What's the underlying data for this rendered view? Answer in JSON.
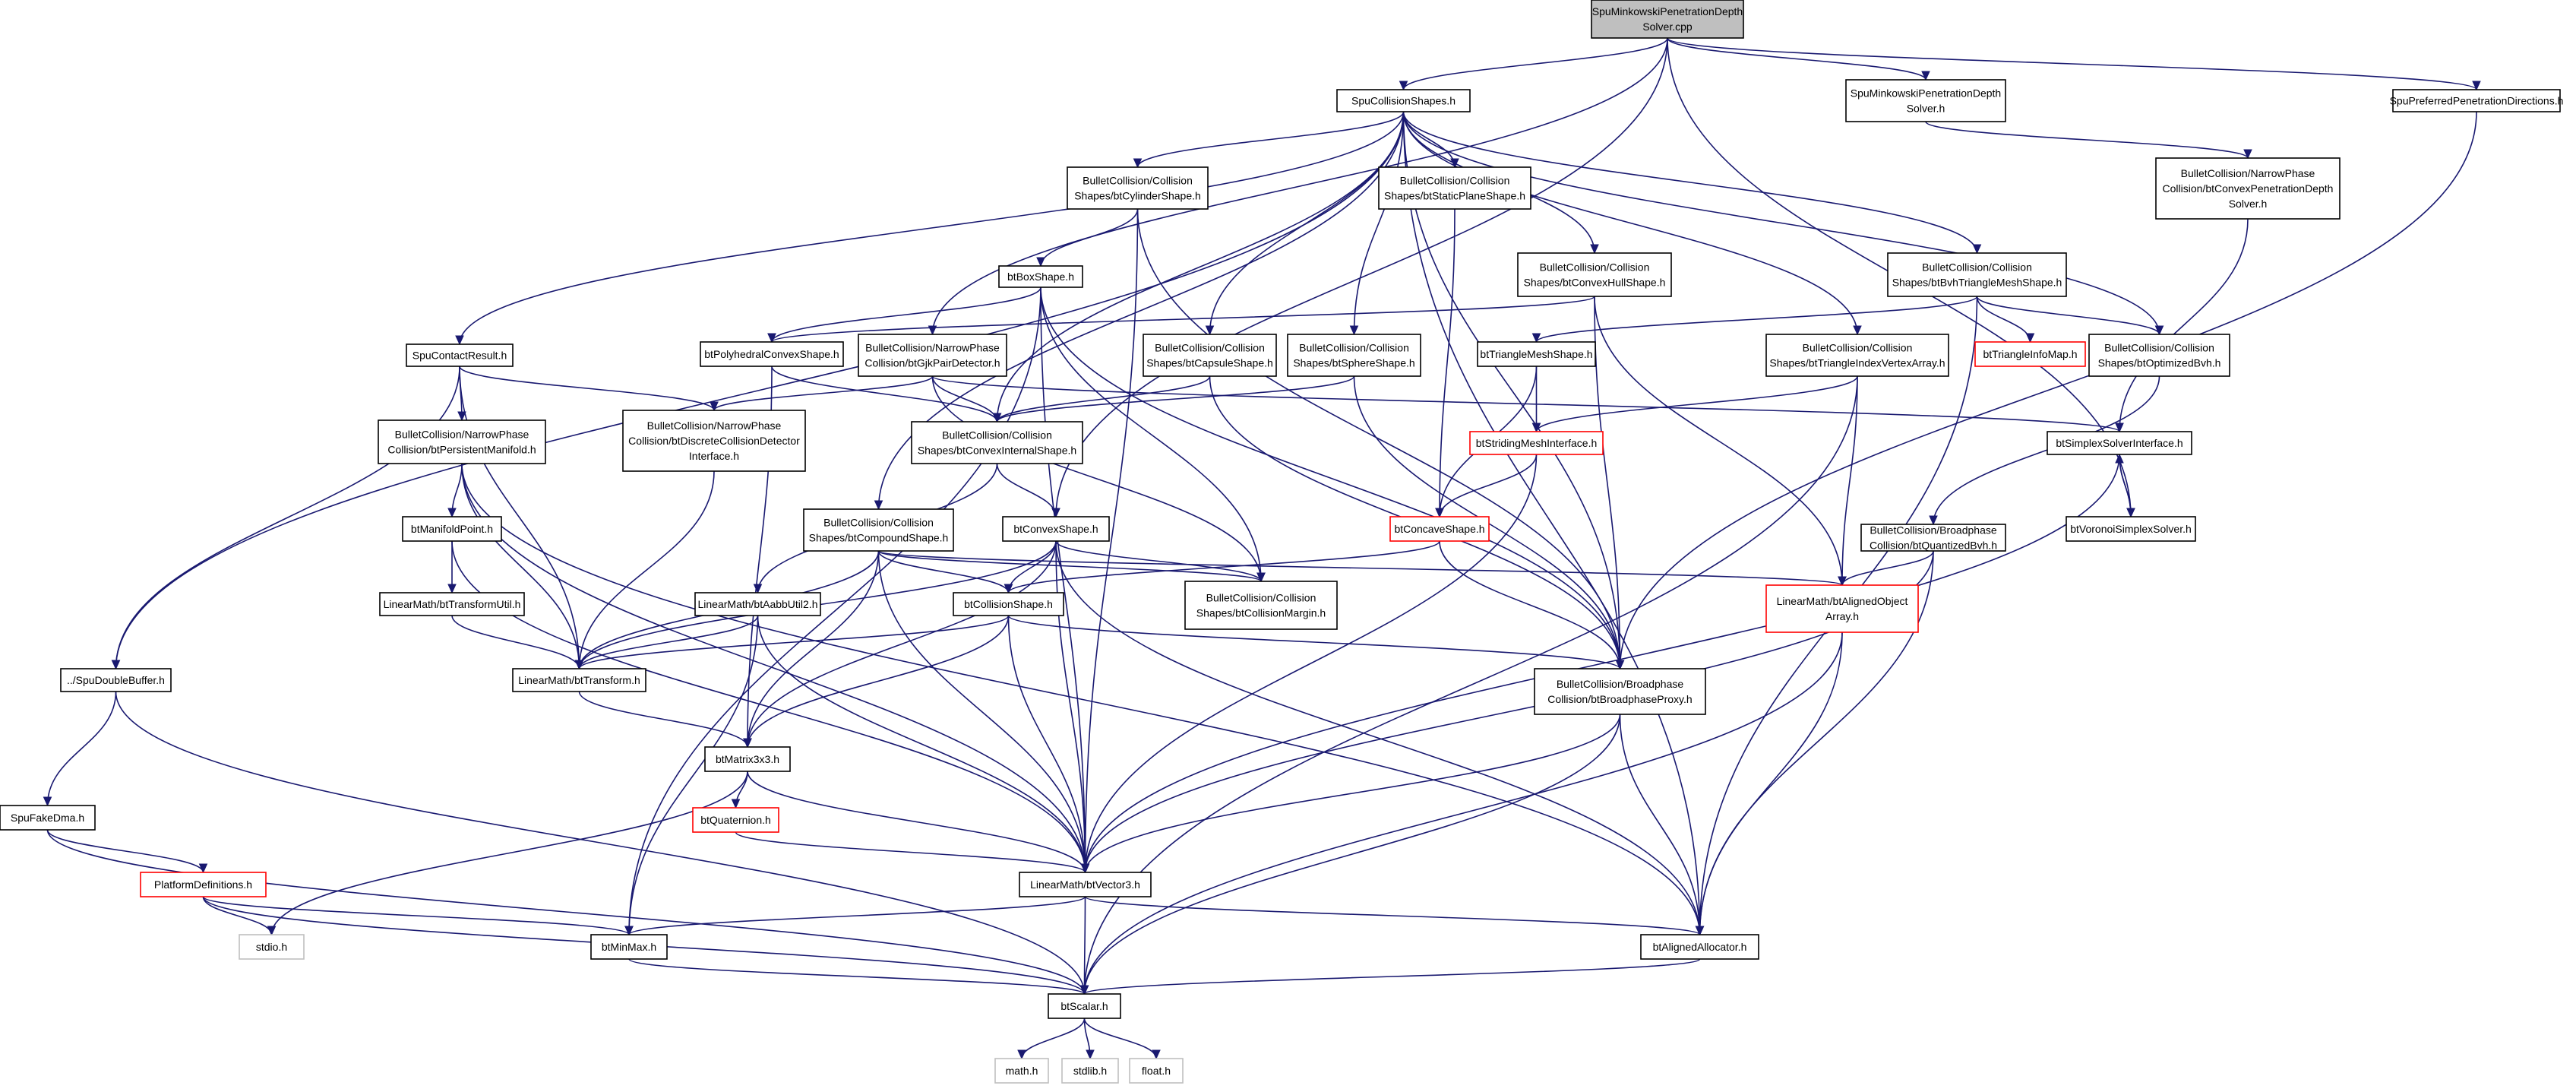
{
  "colors": {
    "edge": "#191970",
    "root_fill": "#bfbfbf",
    "normal_border": "#000000",
    "truncated_border": "#ff0000",
    "external_border": "#bfbfbf"
  },
  "nodes": {
    "root": {
      "lines": [
        "SpuMinkowskiPenetrationDepth",
        "Solver.cpp"
      ],
      "kind": "root"
    },
    "spucoll": {
      "lines": [
        "SpuCollisionShapes.h"
      ],
      "kind": "normal"
    },
    "spuminkh": {
      "lines": [
        "SpuMinkowskiPenetrationDepth",
        "Solver.h"
      ],
      "kind": "normal"
    },
    "spupref": {
      "lines": [
        "SpuPreferredPenetrationDirections.h"
      ],
      "kind": "normal"
    },
    "convpen": {
      "lines": [
        "BulletCollision/NarrowPhase",
        "Collision/btConvexPenetrationDepth",
        "Solver.h"
      ],
      "kind": "normal"
    },
    "cylinder": {
      "lines": [
        "BulletCollision/Collision",
        "Shapes/btCylinderShape.h"
      ],
      "kind": "normal"
    },
    "staticplane": {
      "lines": [
        "BulletCollision/Collision",
        "Shapes/btStaticPlaneShape.h"
      ],
      "kind": "normal"
    },
    "convexhull": {
      "lines": [
        "BulletCollision/Collision",
        "Shapes/btConvexHullShape.h"
      ],
      "kind": "normal"
    },
    "bvhtri": {
      "lines": [
        "BulletCollision/Collision",
        "Shapes/btBvhTriangleMeshShape.h"
      ],
      "kind": "normal"
    },
    "boxshape": {
      "lines": [
        "btBoxShape.h"
      ],
      "kind": "normal"
    },
    "spucontact": {
      "lines": [
        "SpuContactResult.h"
      ],
      "kind": "normal"
    },
    "polyconvex": {
      "lines": [
        "btPolyhedralConvexShape.h"
      ],
      "kind": "normal"
    },
    "gjkpair": {
      "lines": [
        "BulletCollision/NarrowPhase",
        "Collision/btGjkPairDetector.h"
      ],
      "kind": "normal"
    },
    "capsule": {
      "lines": [
        "BulletCollision/Collision",
        "Shapes/btCapsuleShape.h"
      ],
      "kind": "normal"
    },
    "sphere": {
      "lines": [
        "BulletCollision/Collision",
        "Shapes/btSphereShape.h"
      ],
      "kind": "normal"
    },
    "trimesh": {
      "lines": [
        "btTriangleMeshShape.h"
      ],
      "kind": "normal"
    },
    "triidx": {
      "lines": [
        "BulletCollision/Collision",
        "Shapes/btTriangleIndexVertexArray.h"
      ],
      "kind": "normal"
    },
    "triinfo": {
      "lines": [
        "btTriangleInfoMap.h"
      ],
      "kind": "truncated"
    },
    "optbvh": {
      "lines": [
        "BulletCollision/Collision",
        "Shapes/btOptimizedBvh.h"
      ],
      "kind": "normal"
    },
    "persist": {
      "lines": [
        "BulletCollision/NarrowPhase",
        "Collision/btPersistentManifold.h"
      ],
      "kind": "normal"
    },
    "discrete": {
      "lines": [
        "BulletCollision/NarrowPhase",
        "Collision/btDiscreteCollisionDetector",
        "Interface.h"
      ],
      "kind": "normal"
    },
    "convinternal": {
      "lines": [
        "BulletCollision/Collision",
        "Shapes/btConvexInternalShape.h"
      ],
      "kind": "normal"
    },
    "striding": {
      "lines": [
        "btStridingMeshInterface.h"
      ],
      "kind": "truncated"
    },
    "simplex": {
      "lines": [
        "btSimplexSolverInterface.h"
      ],
      "kind": "normal"
    },
    "manifoldpt": {
      "lines": [
        "btManifoldPoint.h"
      ],
      "kind": "normal"
    },
    "compound": {
      "lines": [
        "BulletCollision/Collision",
        "Shapes/btCompoundShape.h"
      ],
      "kind": "normal"
    },
    "convexshape": {
      "lines": [
        "btConvexShape.h"
      ],
      "kind": "normal"
    },
    "concave": {
      "lines": [
        "btConcaveShape.h"
      ],
      "kind": "truncated"
    },
    "quantbvh": {
      "lines": [
        "BulletCollision/Broadphase",
        "Collision/btQuantizedBvh.h"
      ],
      "kind": "normal"
    },
    "voronoi": {
      "lines": [
        "btVoronoiSimplexSolver.h"
      ],
      "kind": "normal"
    },
    "transutil": {
      "lines": [
        "LinearMath/btTransformUtil.h"
      ],
      "kind": "normal"
    },
    "aabbutil": {
      "lines": [
        "LinearMath/btAabbUtil2.h"
      ],
      "kind": "normal"
    },
    "collshape": {
      "lines": [
        "btCollisionShape.h"
      ],
      "kind": "normal"
    },
    "collmargin": {
      "lines": [
        "BulletCollision/Collision",
        "Shapes/btCollisionMargin.h"
      ],
      "kind": "normal"
    },
    "alignedarr": {
      "lines": [
        "LinearMath/btAlignedObject",
        "Array.h"
      ],
      "kind": "truncated"
    },
    "dblbuf": {
      "lines": [
        "../SpuDoubleBuffer.h"
      ],
      "kind": "normal"
    },
    "transform": {
      "lines": [
        "LinearMath/btTransform.h"
      ],
      "kind": "normal"
    },
    "bproxy": {
      "lines": [
        "BulletCollision/Broadphase",
        "Collision/btBroadphaseProxy.h"
      ],
      "kind": "normal"
    },
    "matrix": {
      "lines": [
        "btMatrix3x3.h"
      ],
      "kind": "normal"
    },
    "fakedma": {
      "lines": [
        "SpuFakeDma.h"
      ],
      "kind": "normal"
    },
    "quat": {
      "lines": [
        "btQuaternion.h"
      ],
      "kind": "truncated"
    },
    "platform": {
      "lines": [
        "PlatformDefinitions.h"
      ],
      "kind": "truncated"
    },
    "vector3": {
      "lines": [
        "LinearMath/btVector3.h"
      ],
      "kind": "normal"
    },
    "stdio": {
      "lines": [
        "stdio.h"
      ],
      "kind": "external"
    },
    "minmax": {
      "lines": [
        "btMinMax.h"
      ],
      "kind": "normal"
    },
    "allocator": {
      "lines": [
        "btAlignedAllocator.h"
      ],
      "kind": "normal"
    },
    "scalar": {
      "lines": [
        "btScalar.h"
      ],
      "kind": "normal"
    },
    "math": {
      "lines": [
        "math.h"
      ],
      "kind": "external"
    },
    "stdlib": {
      "lines": [
        "stdlib.h"
      ],
      "kind": "external"
    },
    "float": {
      "lines": [
        "float.h"
      ],
      "kind": "external"
    }
  },
  "edges": [
    [
      "root",
      "spucoll"
    ],
    [
      "root",
      "spuminkh"
    ],
    [
      "root",
      "spupref"
    ],
    [
      "root",
      "gjkpair"
    ],
    [
      "root",
      "convexshape"
    ],
    [
      "root",
      "voronoi"
    ],
    [
      "spucoll",
      "cylinder"
    ],
    [
      "spucoll",
      "staticplane"
    ],
    [
      "spucoll",
      "convexhull"
    ],
    [
      "spucoll",
      "bvhtri"
    ],
    [
      "spucoll",
      "spucontact"
    ],
    [
      "spucoll",
      "capsule"
    ],
    [
      "spucoll",
      "sphere"
    ],
    [
      "spucoll",
      "triidx"
    ],
    [
      "spucoll",
      "optbvh"
    ],
    [
      "spucoll",
      "compound"
    ],
    [
      "spucoll",
      "convinternal"
    ],
    [
      "spucoll",
      "dblbuf"
    ],
    [
      "spucoll",
      "bproxy"
    ],
    [
      "spucoll",
      "allocator"
    ],
    [
      "spuminkh",
      "convpen"
    ],
    [
      "convpen",
      "simplex"
    ],
    [
      "spupref",
      "bproxy"
    ],
    [
      "cylinder",
      "boxshape"
    ],
    [
      "cylinder",
      "bproxy"
    ],
    [
      "cylinder",
      "vector3"
    ],
    [
      "staticplane",
      "concave"
    ],
    [
      "convexhull",
      "polyconvex"
    ],
    [
      "convexhull",
      "bproxy"
    ],
    [
      "convexhull",
      "alignedarr"
    ],
    [
      "bvhtri",
      "trimesh"
    ],
    [
      "bvhtri",
      "triinfo"
    ],
    [
      "bvhtri",
      "optbvh"
    ],
    [
      "bvhtri",
      "allocator"
    ],
    [
      "boxshape",
      "polyconvex"
    ],
    [
      "boxshape",
      "bproxy"
    ],
    [
      "boxshape",
      "collmargin"
    ],
    [
      "boxshape",
      "vector3"
    ],
    [
      "boxshape",
      "minmax"
    ],
    [
      "spucontact",
      "persist"
    ],
    [
      "spucontact",
      "discrete"
    ],
    [
      "spucontact",
      "transform"
    ],
    [
      "spucontact",
      "dblbuf"
    ],
    [
      "polyconvex",
      "convinternal"
    ],
    [
      "polyconvex",
      "matrix"
    ],
    [
      "gjkpair",
      "convinternal"
    ],
    [
      "gjkpair",
      "discrete"
    ],
    [
      "gjkpair",
      "collmargin"
    ],
    [
      "gjkpair",
      "simplex"
    ],
    [
      "capsule",
      "convinternal"
    ],
    [
      "capsule",
      "bproxy"
    ],
    [
      "sphere",
      "convinternal"
    ],
    [
      "sphere",
      "bproxy"
    ],
    [
      "trimesh",
      "striding"
    ],
    [
      "trimesh",
      "concave"
    ],
    [
      "triidx",
      "striding"
    ],
    [
      "triidx",
      "alignedarr"
    ],
    [
      "triidx",
      "scalar"
    ],
    [
      "optbvh",
      "quantbvh"
    ],
    [
      "persist",
      "manifoldpt"
    ],
    [
      "persist",
      "transform"
    ],
    [
      "persist",
      "allocator"
    ],
    [
      "persist",
      "vector3"
    ],
    [
      "discrete",
      "transform"
    ],
    [
      "convinternal",
      "convexshape"
    ],
    [
      "convinternal",
      "aabbutil"
    ],
    [
      "striding",
      "concave"
    ],
    [
      "striding",
      "vector3"
    ],
    [
      "simplex",
      "voronoi"
    ],
    [
      "simplex",
      "vector3"
    ],
    [
      "voronoi",
      "simplex"
    ],
    [
      "manifoldpt",
      "transutil"
    ],
    [
      "manifoldpt",
      "vector3"
    ],
    [
      "compound",
      "collshape"
    ],
    [
      "compound",
      "transform"
    ],
    [
      "compound",
      "matrix"
    ],
    [
      "compound",
      "alignedarr"
    ],
    [
      "compound",
      "vector3"
    ],
    [
      "compound",
      "collmargin"
    ],
    [
      "convexshape",
      "collshape"
    ],
    [
      "convexshape",
      "collmargin"
    ],
    [
      "convexshape",
      "transform"
    ],
    [
      "convexshape",
      "matrix"
    ],
    [
      "convexshape",
      "vector3"
    ],
    [
      "convexshape",
      "allocator"
    ],
    [
      "concave",
      "collshape"
    ],
    [
      "concave",
      "bproxy"
    ],
    [
      "quantbvh",
      "alignedarr"
    ],
    [
      "quantbvh",
      "vector3"
    ],
    [
      "quantbvh",
      "allocator"
    ],
    [
      "transutil",
      "transform"
    ],
    [
      "aabbutil",
      "transform"
    ],
    [
      "aabbutil",
      "vector3"
    ],
    [
      "aabbutil",
      "minmax"
    ],
    [
      "collshape",
      "transform"
    ],
    [
      "collshape",
      "vector3"
    ],
    [
      "collshape",
      "matrix"
    ],
    [
      "collshape",
      "bproxy"
    ],
    [
      "alignedarr",
      "allocator"
    ],
    [
      "alignedarr",
      "scalar"
    ],
    [
      "dblbuf",
      "fakedma"
    ],
    [
      "dblbuf",
      "scalar"
    ],
    [
      "transform",
      "matrix"
    ],
    [
      "bproxy",
      "vector3"
    ],
    [
      "bproxy",
      "allocator"
    ],
    [
      "bproxy",
      "scalar"
    ],
    [
      "matrix",
      "quat"
    ],
    [
      "matrix",
      "vector3"
    ],
    [
      "matrix",
      "stdio"
    ],
    [
      "fakedma",
      "platform"
    ],
    [
      "fakedma",
      "scalar"
    ],
    [
      "quat",
      "vector3"
    ],
    [
      "platform",
      "stdio"
    ],
    [
      "platform",
      "minmax"
    ],
    [
      "platform",
      "scalar"
    ],
    [
      "vector3",
      "minmax"
    ],
    [
      "vector3",
      "allocator"
    ],
    [
      "vector3",
      "scalar"
    ],
    [
      "minmax",
      "scalar"
    ],
    [
      "allocator",
      "scalar"
    ],
    [
      "scalar",
      "math"
    ],
    [
      "scalar",
      "stdlib"
    ],
    [
      "scalar",
      "float"
    ]
  ]
}
